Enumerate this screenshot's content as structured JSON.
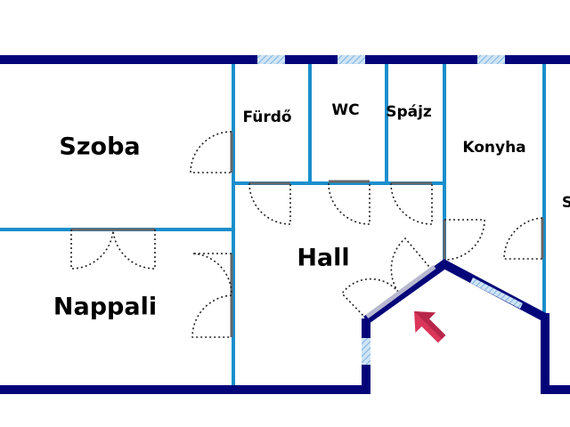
{
  "title": "Floor plan",
  "rooms": {
    "szoba": "Szoba",
    "nappali": "Nappali",
    "hall": "Hall",
    "furdo": "Fürdő",
    "wc": "WC",
    "spajz": "Spájz",
    "konyha": "Konyha",
    "cut_off": "S"
  },
  "colors": {
    "outer_wall": "#05057a",
    "inner_wall": "#1a8fcc",
    "window": "#9cc8ea",
    "entrance_arrow": "#d9365a"
  },
  "icons": {
    "entrance": "entrance-arrow-icon"
  }
}
